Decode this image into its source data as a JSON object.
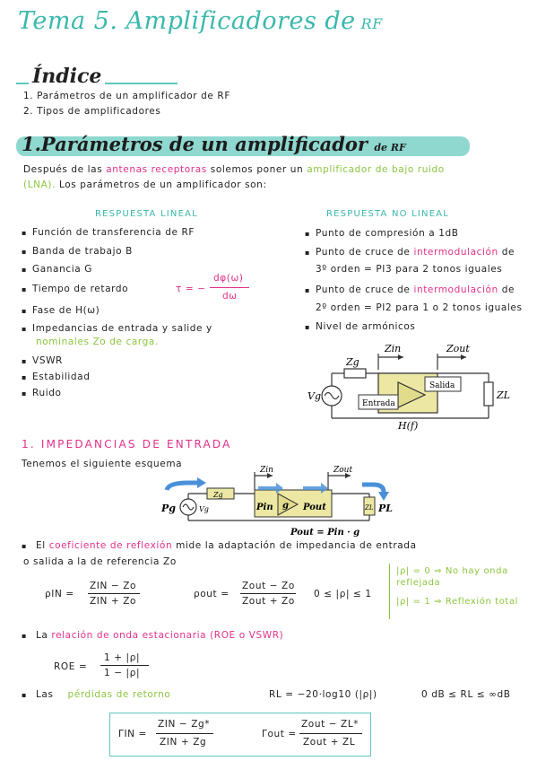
{
  "title": {
    "main": "Tema 5. Amplificadores de",
    "rf": "RF"
  },
  "indice": {
    "heading": "Índice",
    "items": [
      "1. Parámetros de un amplificador de RF",
      "2. Tipos de amplificadores"
    ]
  },
  "section1": {
    "heading": "1.Parámetros de un amplificador",
    "heading_suffix": "de RF",
    "intro_a": "Después de las",
    "intro_antenas": "antenas receptoras",
    "intro_b": "solemos poner un",
    "intro_amp": "amplificador de bajo ruido",
    "intro_lna": "(LNA).",
    "intro_c": "Los parámetros de un amplificador son:"
  },
  "linear": {
    "heading": "RESPUESTA LINEAL",
    "items": [
      "Función de transferencia de RF",
      "Banda de trabajo B",
      "Ganancia G",
      "Tiempo de retardo",
      "Fase de H(ω)",
      "Impedancias de entrada y salide y",
      "VSWR",
      "Estabilidad",
      "Ruido"
    ],
    "nominales": "nominales Zo de carga.",
    "tau": "τ = −",
    "tau_num": "dφ(ω)",
    "tau_den": "dω"
  },
  "nonlinear": {
    "heading": "RESPUESTA NO LINEAL",
    "items": [
      {
        "a": "Punto de compresión a 1dB",
        "pink": "",
        "b": ""
      },
      {
        "a": "Punto de cruce de",
        "pink": "intermodulación",
        "b": "de"
      },
      {
        "a": "3º orden = PI3 para 2 tonos iguales",
        "pink": "",
        "b": ""
      },
      {
        "a": "Punto de cruce de",
        "pink": "intermodulación",
        "b": "de"
      },
      {
        "a": "2º orden = PI2 para 1 o 2 tonos iguales",
        "pink": "",
        "b": ""
      },
      {
        "a": "Nivel de armónicos",
        "pink": "",
        "b": ""
      }
    ]
  },
  "diagram1": {
    "zin": "Zin",
    "zout": "Zout",
    "zg": "Zg",
    "vg": "Vg",
    "entrada": "Entrada",
    "salida": "Salida",
    "zl": "ZL",
    "hf": "H(f)"
  },
  "section_imp": {
    "heading": "1. IMPEDANCIAS DE ENTRADA",
    "intro": "Tenemos el siguiente esquema"
  },
  "diagram2": {
    "zin": "Zin",
    "zout": "Zout",
    "pg": "Pg",
    "zg": "Zg",
    "vg": "Vg",
    "pin": "Pin",
    "g": "g",
    "pout": "Pout",
    "zl": "ZL",
    "pl": "PL",
    "eq": "Pout = Pin · g"
  },
  "coef": {
    "line1_a": "El",
    "line1_pink": "coeficiente de reflexión",
    "line1_b": "mide la adaptación de impedancia de entrada",
    "line2": "o salida a la de referencia Zo",
    "rho_in": "ρIN =",
    "rho_in_num": "ZIN − Zo",
    "rho_in_den": "ZIN + Zo",
    "rho_out": "ρout =",
    "rho_out_num": "Zout − Zo",
    "rho_out_den": "Zout + Zo",
    "range": "0 ≤ |ρ| ≤ 1",
    "case1": "|ρ| = 0 ⇒ No hay onda reflejada",
    "case2": "|ρ| = 1 ⇒ Reflexión total"
  },
  "roe": {
    "a": "La",
    "pink": "relación de onda estacionaria (ROE o VSWR)",
    "label": "ROE =",
    "num": "1 + |ρ|",
    "den": "1 − |ρ|"
  },
  "losses": {
    "a": "Las",
    "green": "pérdidas de retorno",
    "formula": "RL = −20·log10 (|ρ|)",
    "range": "0 dB ≤ RL ≤ ∞dB"
  },
  "box": {
    "gin": "ΓIN =",
    "gin_num": "ZIN − Zg*",
    "gin_den": "ZIN + Zg",
    "gout": "Γout =",
    "gout_num": "Zout − ZL*",
    "gout_den": "Zout + ZL"
  }
}
